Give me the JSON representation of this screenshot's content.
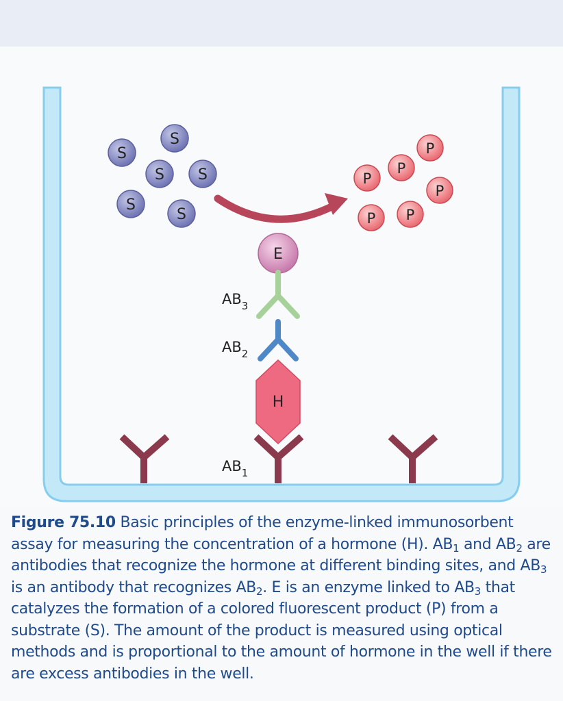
{
  "diagram": {
    "substrate_symbol": "S",
    "product_symbol": "P",
    "enzyme_symbol": "E",
    "hormone_symbol": "H",
    "ab3_label": {
      "base": "AB",
      "sub": "3"
    },
    "ab2_label": {
      "base": "AB",
      "sub": "2"
    },
    "ab1_label": {
      "base": "AB",
      "sub": "1"
    },
    "colors": {
      "well": "#bfe6f7",
      "well_stroke": "#8ccfee",
      "substrate": "#8489c4",
      "product": "#f08c8c",
      "arrow": "#b8465a",
      "enzyme": "#d98ab8",
      "ab3": "#a6d29a",
      "ab2": "#4f88c6",
      "hormone": "#e8607a",
      "ab1": "#8a3a4c"
    }
  },
  "caption": {
    "figure_number": "Figure 75.10",
    "p1": " Basic principles of the enzyme-linked immunosorbent assay for measuring the concentration of a hormone (H). AB",
    "s1": "1",
    "p2": " and AB",
    "s2": "2",
    "p3": " are antibodies that recognize the hormone at different binding sites, and AB",
    "s3": "3",
    "p4": " is an antibody that recognizes AB",
    "s4": "2",
    "p5": ". E is an enzyme linked to AB",
    "s5": "3",
    "p6": " that catalyzes the formation of a colored fluorescent product (P) from a substrate (S). The amount of the product is measured using optical methods and is proportional to the amount of hormone in the well if there are excess antibodies in the well."
  }
}
